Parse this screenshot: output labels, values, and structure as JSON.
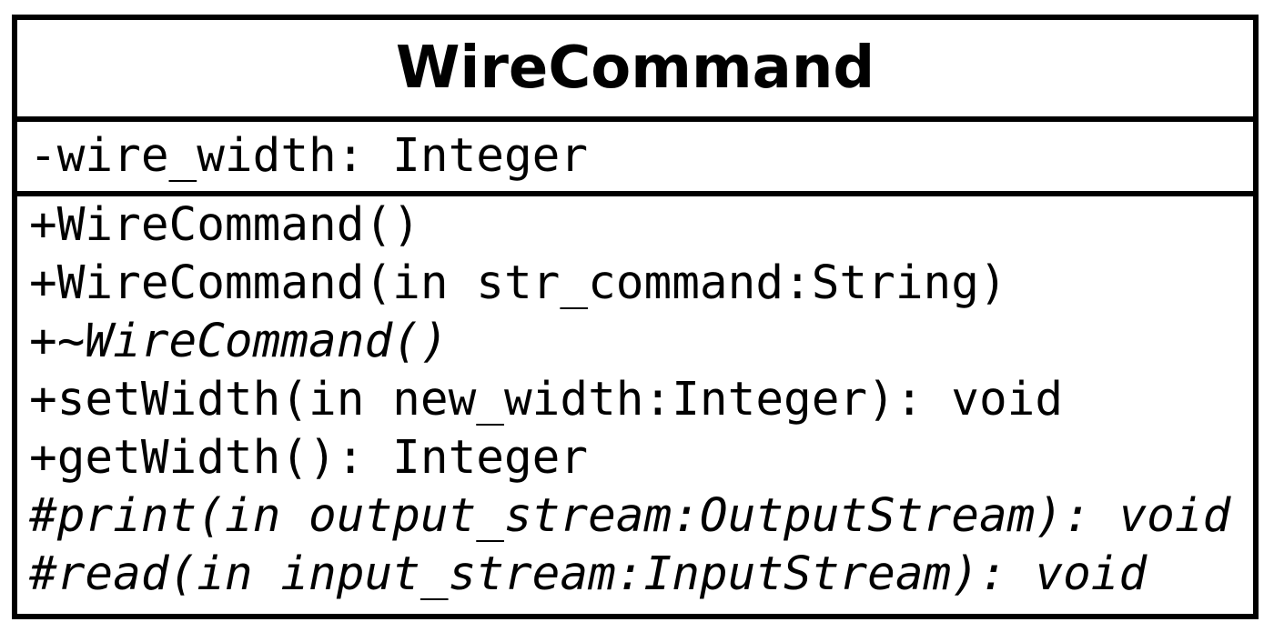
{
  "class": {
    "name": "WireCommand",
    "attributes": [
      "-wire_width: Integer"
    ],
    "operations": [
      {
        "text": "+WireCommand()",
        "italic": false
      },
      {
        "text": "+WireCommand(in str_command:String)",
        "italic": false
      },
      {
        "text": "+~WireCommand()",
        "italic": true
      },
      {
        "text": "+setWidth(in new_width:Integer): void",
        "italic": false
      },
      {
        "text": "+getWidth(): Integer",
        "italic": false
      },
      {
        "text": "#print(in output_stream:OutputStream): void",
        "italic": true
      },
      {
        "text": "#read(in input_stream:InputStream): void",
        "italic": true
      }
    ]
  },
  "colors": {
    "border": "#000000",
    "background": "#ffffff",
    "text": "#000000"
  }
}
